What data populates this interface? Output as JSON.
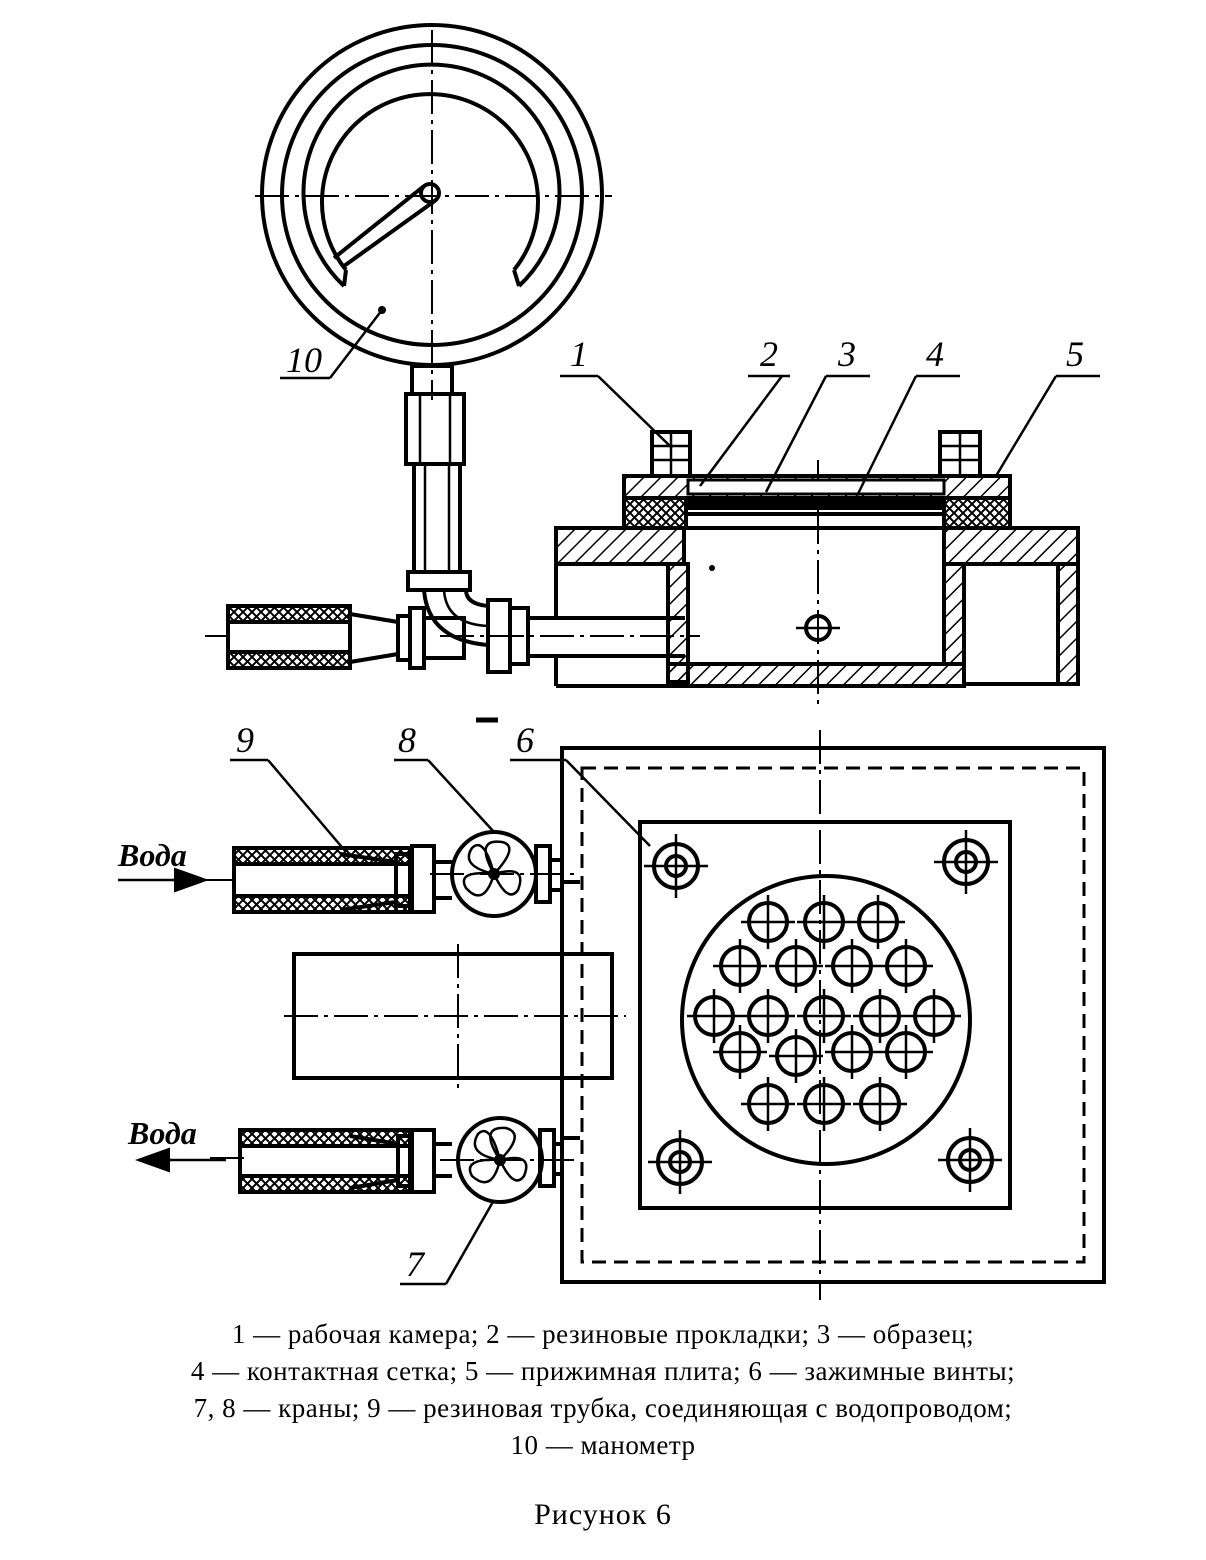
{
  "labels": {
    "n1": "1",
    "n2": "2",
    "n3": "3",
    "n4": "4",
    "n5": "5",
    "n6": "6",
    "n7": "7",
    "n8": "8",
    "n9": "9",
    "n10": "10"
  },
  "water_in": "Вода",
  "water_out": "Вода",
  "legend": [
    "1 — рабочая камера; 2 — резиновые прокладки; 3 — образец;",
    "4 — контактная сетка; 5 — прижимная плита; 6 — зажимные винты;",
    "7, 8 — краны; 9 — резиновая трубка, соединяющая с водопроводом;",
    "10 — манометр"
  ],
  "figure_title": "Рисунок 6"
}
